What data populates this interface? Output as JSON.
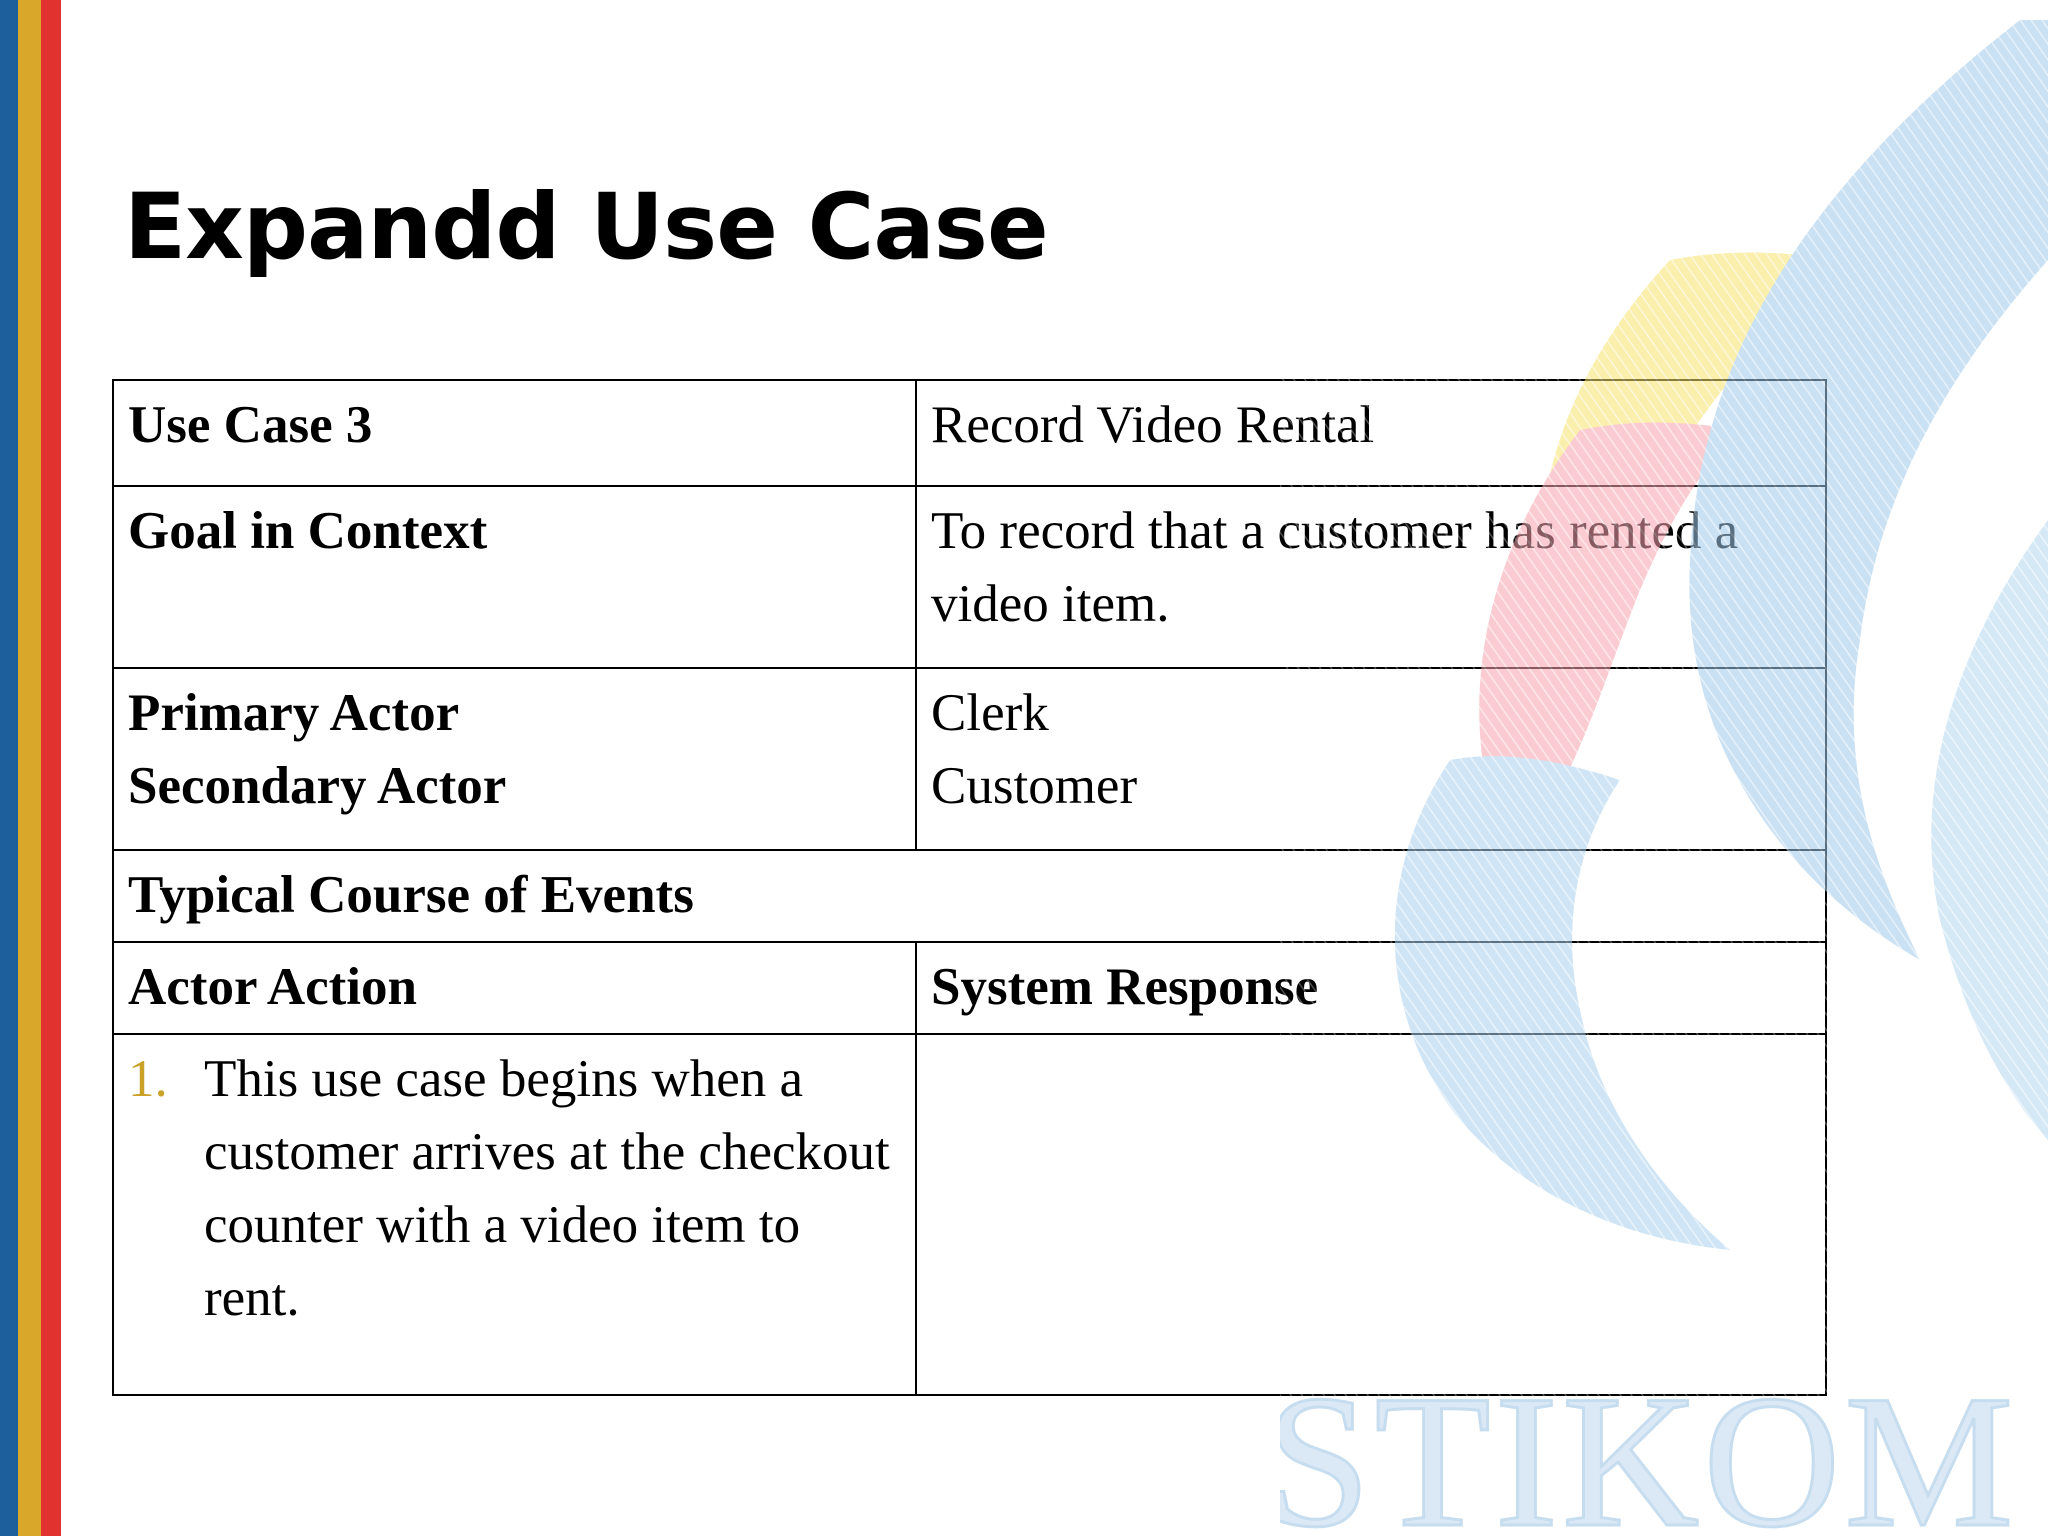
{
  "slide": {
    "title": "Expandd Use Case",
    "watermark_text": "STIKOM"
  },
  "table": {
    "use_case": {
      "label": "Use Case 3",
      "value": "Record Video Rental"
    },
    "goal": {
      "label": "Goal in Context",
      "value": "To record that a customer has rented a video item."
    },
    "actors": {
      "primary_label": "Primary Actor",
      "secondary_label": "Secondary Actor",
      "primary_value": "Clerk",
      "secondary_value": "Customer"
    },
    "typical_course": "Typical Course of Events",
    "columns": {
      "actor_action": "Actor Action",
      "system_response": "System Response"
    },
    "steps": [
      {
        "number": "1.",
        "text": "This use case begins when a customer arrives at the checkout counter with a video item to rent."
      }
    ]
  },
  "colors": {
    "stripe_blue": "#1c5f9c",
    "stripe_yellow": "#d9a82b",
    "stripe_red": "#e1322f",
    "list_number": "#c9a227"
  }
}
